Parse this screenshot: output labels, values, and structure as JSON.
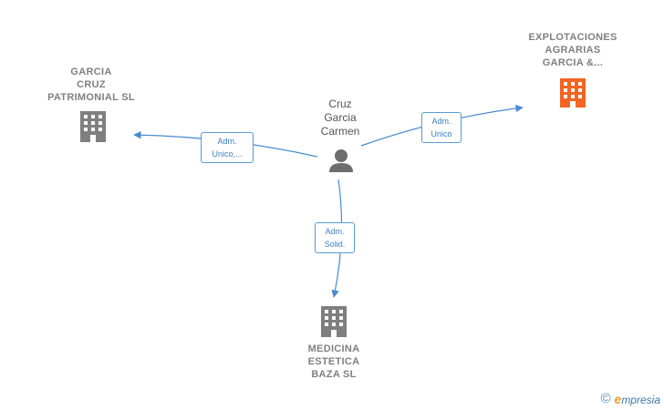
{
  "nodes": {
    "person": {
      "lines": [
        "Cruz",
        "Garcia",
        "Carmen"
      ]
    },
    "company_left": {
      "lines": [
        "GARCIA",
        "CRUZ",
        "PATRIMONIAL SL"
      ]
    },
    "company_right": {
      "lines": [
        "EXPLOTACIONES",
        "AGRARIAS",
        "GARCIA &..."
      ]
    },
    "company_bottom": {
      "lines": [
        "MEDICINA",
        "ESTETICA",
        "BAZA SL"
      ]
    }
  },
  "edges": {
    "left": {
      "lines": [
        "Adm.",
        "Unico,..."
      ]
    },
    "right": {
      "lines": [
        "Adm.",
        "Unico"
      ]
    },
    "bottom": {
      "lines": [
        "Adm.",
        "Solid."
      ]
    }
  },
  "colors": {
    "edge": "#4a8bd0",
    "building_gray": "#7f7f7f",
    "building_highlight": "#f26522",
    "person": "#6d6d6d"
  },
  "footer": {
    "copyright": "©",
    "brand_initial": "e",
    "brand_rest": "mpresia"
  }
}
